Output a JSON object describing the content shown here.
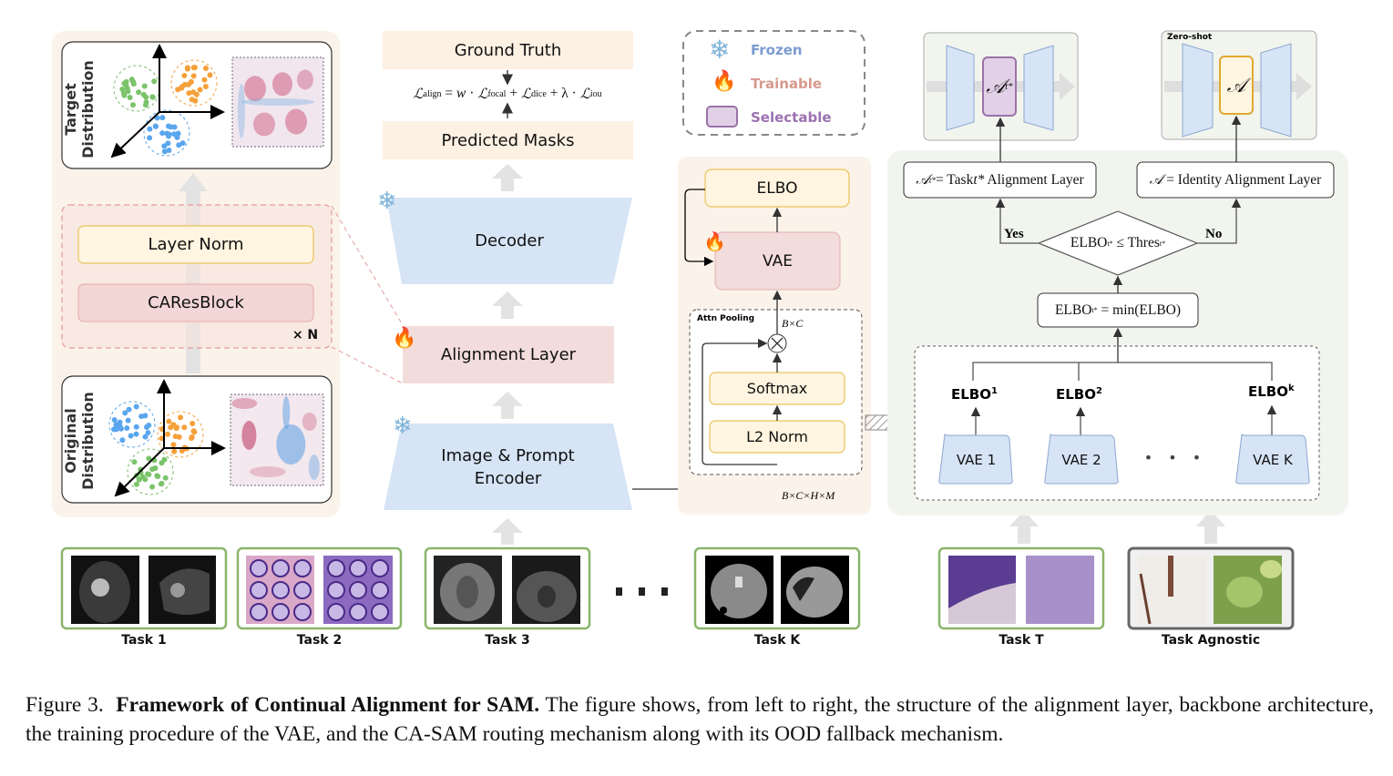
{
  "figure": {
    "left_panel": {
      "target_distribution_label": [
        "Target",
        "Distribution"
      ],
      "original_distribution_label": [
        "Original",
        "Distribution"
      ],
      "layer_norm": "Layer Norm",
      "caresblock": "CAResBlock",
      "repeat": "× N"
    },
    "backbone": {
      "ground_truth": "Ground Truth",
      "loss_formula": "ℒalign = w · ℒfocal + ℒdice + λ · ℒiou",
      "loss_parts": {
        "L": "ℒ",
        "align": "align",
        "eq": " = ",
        "w": "w",
        "dot": " · ",
        "focal": "focal",
        "plus": " + ",
        "dice": "dice",
        "lambda": "λ",
        "iou": "iou"
      },
      "predicted_masks": "Predicted Masks",
      "decoder": "Decoder",
      "alignment_layer": "Alignment Layer",
      "encoder_line1": "Image & Prompt",
      "encoder_line2": "Encoder"
    },
    "legend": {
      "frozen": "Frozen",
      "trainable": "Trainable",
      "selectable": "Selectable"
    },
    "vae_training": {
      "elbo": "ELBO",
      "vae": "VAE",
      "attn_pooling": "Attn Pooling",
      "bxc": "B×C",
      "softmax": "Softmax",
      "l2norm": "L2 Norm",
      "bxcxhxm": "B×C×H×M"
    },
    "routing": {
      "selected_symbol": "𝒜",
      "selected_sub": "t*",
      "zero_shot": "Zero-shot",
      "identity_symbol": "𝒜",
      "task_layer_label": "= Task",
      "task_layer_t": "t*",
      "task_layer_rest": " Alignment Layer",
      "identity_layer_label": " = Identity Alignment Layer",
      "yes": "Yes",
      "no": "No",
      "decision": "ELBO",
      "decision_sup": "t*",
      "decision_mid": " ≤ Thres",
      "min_elbo": "ELBO",
      "min_elbo_sup": "t*",
      "min_elbo_rest": " = min(ELBO)",
      "elbos": [
        {
          "base": "ELBO",
          "sup": "1"
        },
        {
          "base": "ELBO",
          "sup": "2"
        },
        {
          "base": "ELBO",
          "sup": "k"
        }
      ],
      "vaes": [
        "VAE 1",
        "VAE 2",
        "VAE K"
      ],
      "ellipsis": "• • •"
    },
    "tasks": [
      {
        "label": "Task 1",
        "kind": "cardiac-mri"
      },
      {
        "label": "Task 2",
        "kind": "histology-he"
      },
      {
        "label": "Task 3",
        "kind": "pelvic-mri"
      },
      {
        "label": "Task K",
        "kind": "abdominal-ct"
      },
      {
        "label": "Task T",
        "kind": "histology-purple"
      },
      {
        "label": "Task Agnostic",
        "kind": "natural-image"
      }
    ],
    "tasks_ellipsis": "■ ■ ■",
    "colors": {
      "frozen_blue": "#d6e4f6",
      "trainable_red": "#f3dcdc",
      "selectable_purple": "#e2d0e7",
      "norm_yellow": "#fff5e0",
      "panel_peach": "#fbf3ea",
      "panel_green": "#f1f5ee",
      "task_border_green": "#8ab56a"
    }
  },
  "caption": {
    "prefix": "Figure 3.  ",
    "title": "Framework of Continual Alignment for SAM.",
    "body": " The figure shows, from left to right, the structure of the alignment layer, backbone architecture, the training procedure of the VAE, and the CA-SAM routing mechanism along with its OOD fallback mechanism."
  }
}
